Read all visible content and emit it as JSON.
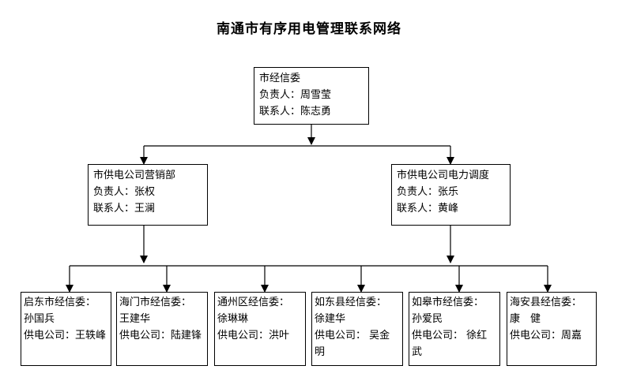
{
  "title": "南通市有序用电管理联系网络",
  "top": {
    "org": "市经信委",
    "responsible": "负责人：周雪莹",
    "contact": "联系人：陈志勇"
  },
  "mid": [
    {
      "org": "市供电公司营销部",
      "responsible": "负责人：张权",
      "contact": "联系人：王澜"
    },
    {
      "org": "市供电公司电力调度",
      "responsible": "负责人：张乐",
      "contact": "联系人：黄峰"
    }
  ],
  "leaves": [
    {
      "org": "启东市经信委：",
      "person": "孙国兵",
      "supply": "供电公司：王轶峰"
    },
    {
      "org": "海门市经信委：",
      "person": "王建华",
      "supply": "供电公司：陆建锋"
    },
    {
      "org": "通州区经信委：",
      "person": "徐琳琳",
      "supply": "供电公司：洪叶"
    },
    {
      "org": "如东县经信委：",
      "person": "徐建华",
      "supply": "供电公司： 吴金明"
    },
    {
      "org": "如皋市经信委：",
      "person": "孙爱民",
      "supply": "供电公司： 徐红武"
    },
    {
      "org": "海安县经信委：",
      "person": "康　健",
      "supply": "供电公司：周嘉"
    }
  ]
}
